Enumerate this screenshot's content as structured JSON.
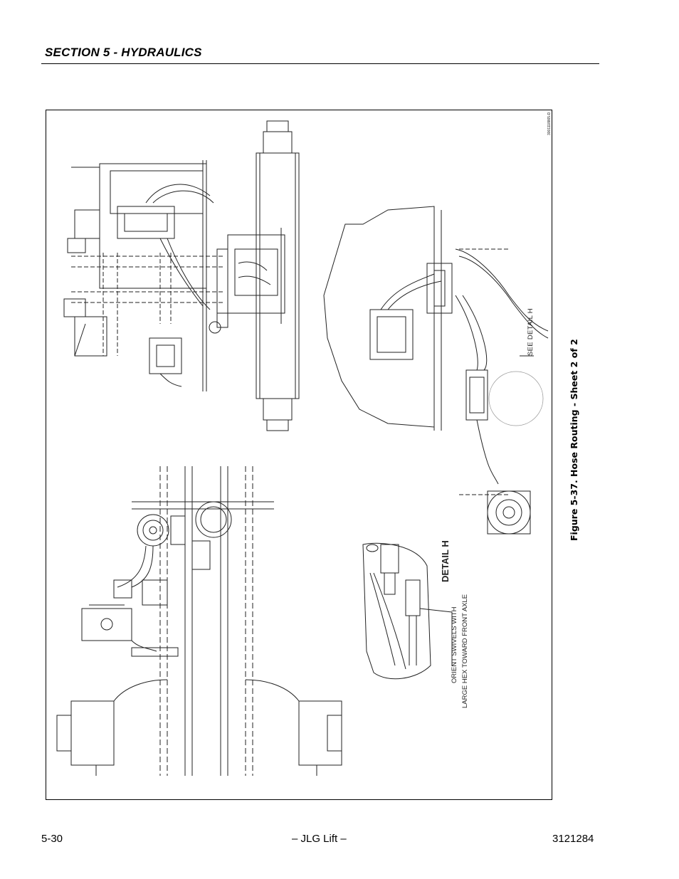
{
  "header": {
    "section_title": "SECTION 5 - HYDRAULICS"
  },
  "figure": {
    "caption": "Figure 5-37.  Hose Routing - Sheet 2 of 2",
    "drawing_id": "3001118865-D",
    "callouts": {
      "see_detail": "SEE DETAIL H",
      "detail_title": "DETAIL H",
      "orient_line1": "ORIENT SWIVELS WITH",
      "orient_line2": "LARGE HEX TOWARD FRONT AXLE"
    }
  },
  "footer": {
    "page_number": "5-30",
    "center_text": "– JLG Lift –",
    "doc_number": "3121284"
  }
}
